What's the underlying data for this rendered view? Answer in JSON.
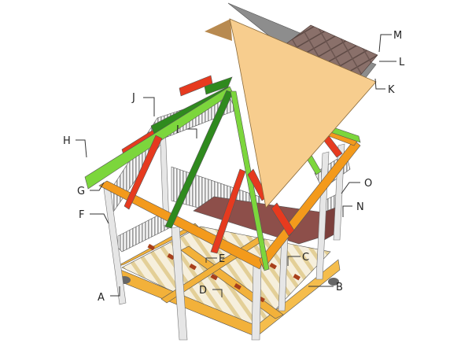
{
  "title": "Gazebo exploded assembly diagram",
  "colors": {
    "frame": "#f2b13a",
    "joist": "#ecd9a6",
    "blocking": "#a8401c",
    "post": "#e6e6e6",
    "beam": "#f39a1c",
    "hip_rafter_light": "#7cd63c",
    "hip_rafter_dark": "#2f8a1e",
    "common_rafter": "#e63a1f",
    "sheathing": "#f7cd8e",
    "felt": "#8d8d8d",
    "shingles": "#8a706a",
    "bench": "#8d4f4a"
  },
  "labels": [
    "A",
    "B",
    "C",
    "D",
    "E",
    "F",
    "G",
    "H",
    "I",
    "J",
    "K",
    "L",
    "M",
    "N",
    "O"
  ]
}
